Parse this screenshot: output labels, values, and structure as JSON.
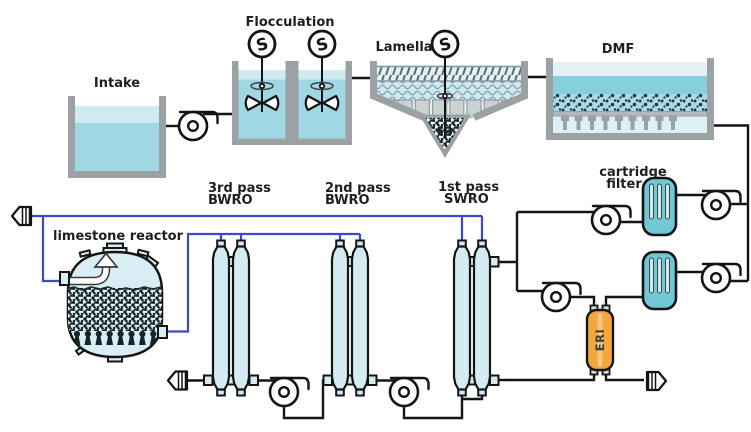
{
  "diagram": {
    "labels": {
      "intake": "Intake",
      "flocculation": "Flocculation",
      "lamella": "Lamella",
      "dmf": "DMF",
      "cartridge_filter_line1": "cartridge",
      "cartridge_filter_line2": "filter",
      "pass3_line1": "3rd pass",
      "pass3_line2": "BWRO",
      "pass2_line1": "2nd pass",
      "pass2_line2": "BWRO",
      "pass1_line1": "1st pass",
      "pass1_line2": "SWRO",
      "limestone_reactor": "limestone reactor",
      "eri": "ERI",
      "motor_symbol": "S"
    },
    "colors": {
      "pipe_blue": "#3b4bc8",
      "line_black": "#141414",
      "water_main": "#9fd8e3",
      "water_light": "#cfeaf1",
      "water_pale": "#e2f2f6",
      "dmf_mid": "#87cedd",
      "dmf_speckle_bg": "#a9dae5",
      "vessel_fill": "#d4ebf1",
      "filter_teal": "#72c7d5",
      "eri_orange": "#f4a83c",
      "structure_gray": "#9ca1a3"
    }
  }
}
